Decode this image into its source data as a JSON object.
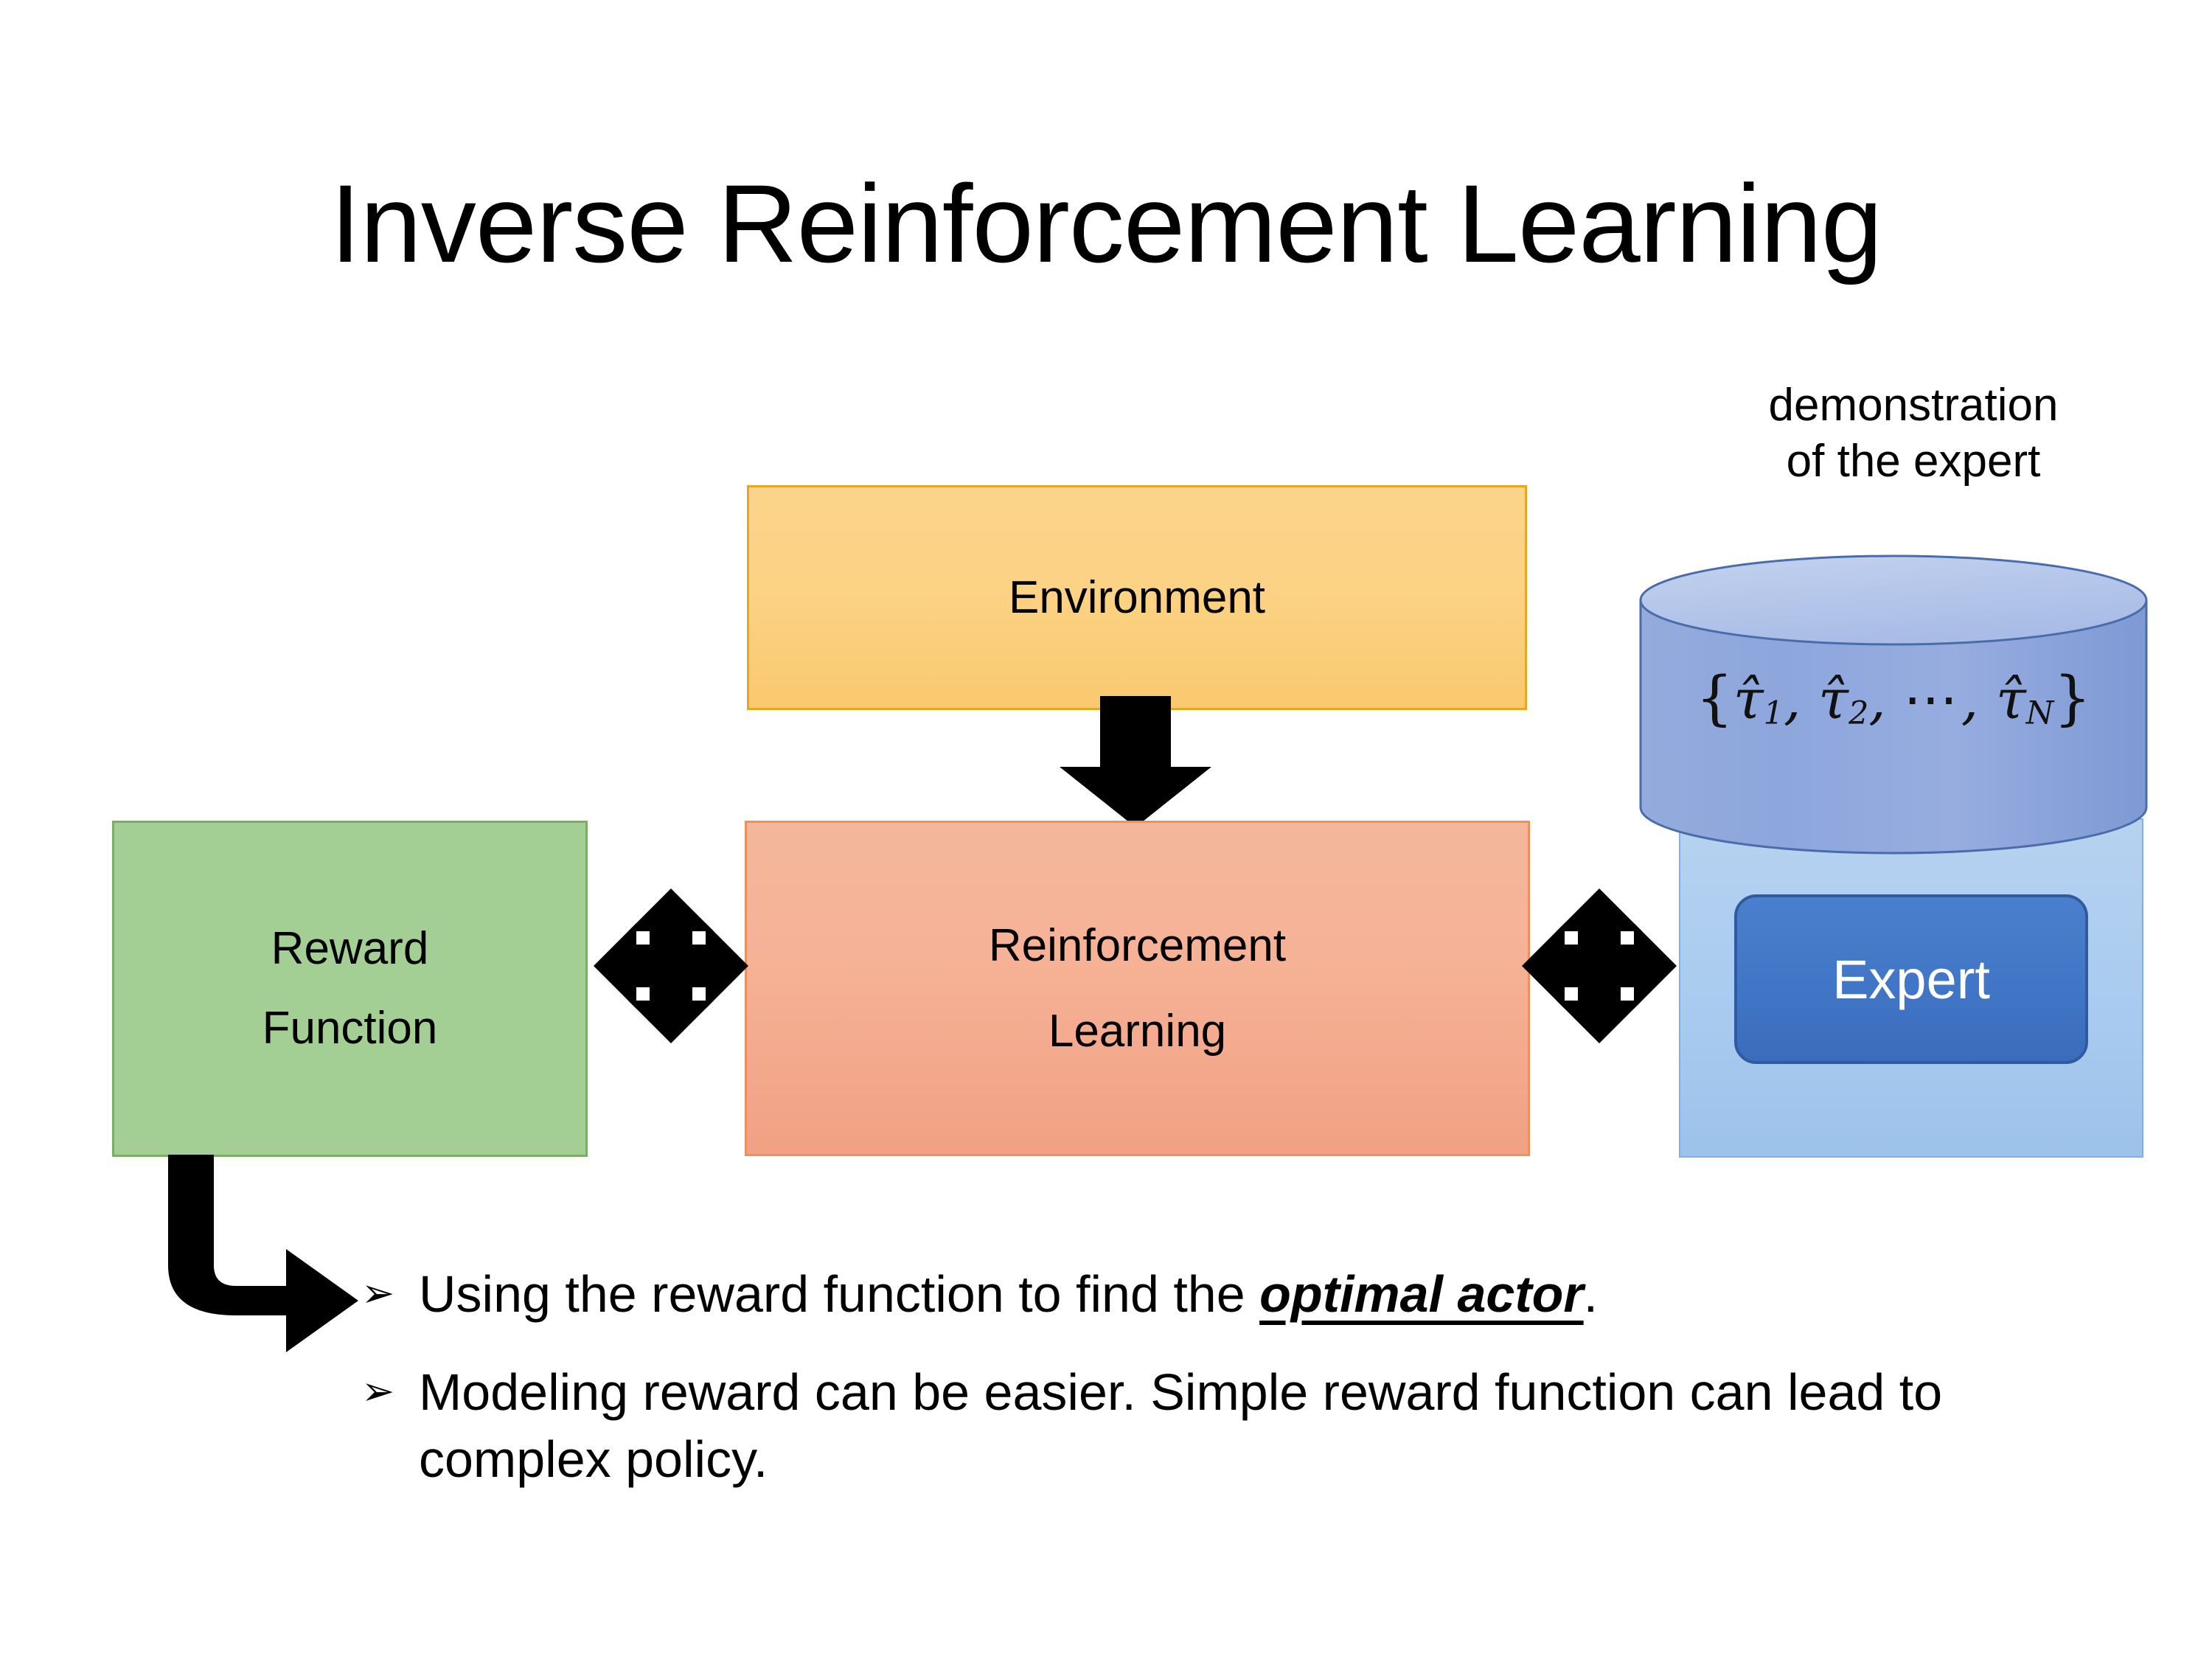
{
  "slide": {
    "title": "Inverse Reinforcement Learning",
    "background_color": "#ffffff"
  },
  "diagram": {
    "environment": {
      "label": "Environment",
      "fill_color": "#fbd085",
      "border_color": "#e8a723"
    },
    "reinforcement_learning": {
      "label_line1": "Reinforcement",
      "label_line2": "Learning",
      "fill_color": "#f4b398",
      "border_color": "#ef8f5c"
    },
    "reward_function": {
      "label_line1": "Reward",
      "label_line2": "Function",
      "fill_color": "#a4cf94",
      "border_color": "#7aad66"
    },
    "demonstration": {
      "caption_line1": "demonstration",
      "caption_line2": "of the expert",
      "cylinder_formula_open": "{",
      "cylinder_formula_t1": "τ̂",
      "cylinder_formula_sub1": "1",
      "cylinder_formula_sep1": ", ",
      "cylinder_formula_t2": "τ̂",
      "cylinder_formula_sub2": "2",
      "cylinder_formula_sep2": ", ",
      "cylinder_formula_dots": "⋯",
      "cylinder_formula_sep3": ", ",
      "cylinder_formula_tn": "τ̂",
      "cylinder_formula_subn": "N",
      "cylinder_formula_close": "}",
      "cylinder_body_color": "#8da8dc",
      "cylinder_top_color": "#b7c7e8",
      "cylinder_border_color": "#4a6cab"
    },
    "expert": {
      "label": "Expert",
      "panel_fill_color": "#a9cbef",
      "panel_border_color": "#7fb0e2",
      "button_fill_color": "#4176c6",
      "button_border_color": "#2e5c9e",
      "button_text_color": "#ffffff"
    },
    "connectors": {
      "env_to_rl": "down-arrow",
      "reward_rl": "quad-double-arrow",
      "rl_expert": "quad-double-arrow",
      "reward_to_bullets": "elbow-arrow",
      "color": "#000000"
    }
  },
  "bullets": {
    "marker": "➢",
    "items": [
      {
        "prefix": "Using the reward function to find the ",
        "emphasis": "optimal actor",
        "suffix": "."
      },
      {
        "prefix": "Modeling reward can be easier. Simple reward function can lead to complex policy.",
        "emphasis": "",
        "suffix": ""
      }
    ]
  }
}
